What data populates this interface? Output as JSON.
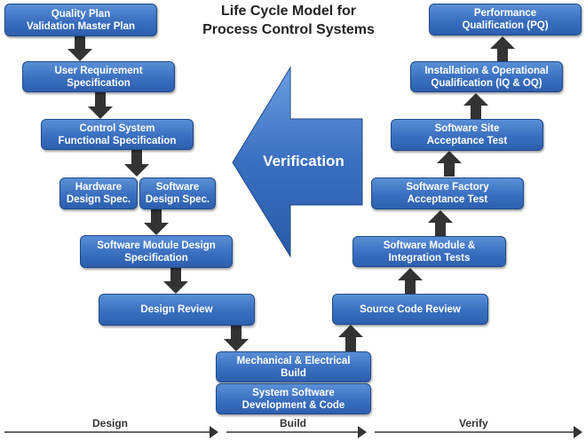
{
  "title": {
    "line1": "Life Cycle Model for",
    "line2": "Process Control Systems"
  },
  "design": {
    "quality_plan": {
      "line1": "Quality Plan",
      "line2": "Validation Master Plan"
    },
    "urs": {
      "line1": "User Requirement",
      "line2": "Specification"
    },
    "fs": {
      "line1": "Control System",
      "line2": "Functional Specification"
    },
    "hds": {
      "line1": "Hardware",
      "line2": "Design Spec."
    },
    "sds": {
      "line1": "Software",
      "line2": "Design Spec."
    },
    "smds": {
      "line1": "Software Module Design",
      "line2": "Specification"
    },
    "design_review": {
      "line1": "Design Review"
    }
  },
  "build": {
    "mech": {
      "line1": "Mechanical & Electrical",
      "line2": "Build"
    },
    "sys_sw": {
      "line1": "System Software",
      "line2": "Development & Code"
    }
  },
  "verify": {
    "scr": {
      "line1": "Source Code Review"
    },
    "smit": {
      "line1": "Software Module &",
      "line2": "Integration Tests"
    },
    "sfat": {
      "line1": "Software Factory",
      "line2": "Acceptance Test"
    },
    "ssat": {
      "line1": "Software Site",
      "line2": "Acceptance Test"
    },
    "iqoq": {
      "line1": "Installation & Operational",
      "line2": "Qualification (IQ & OQ)"
    },
    "pq": {
      "line1": "Performance",
      "line2": "Qualification (PQ)"
    }
  },
  "verification_arrow": {
    "label": "Verification"
  },
  "phases": {
    "design": "Design",
    "build": "Build",
    "verify": "Verify"
  },
  "colors": {
    "box_top": "#5a8fd6",
    "box_bottom": "#2d5fae",
    "arrow": "#333333",
    "verification_fill": "#3a6fc0"
  }
}
